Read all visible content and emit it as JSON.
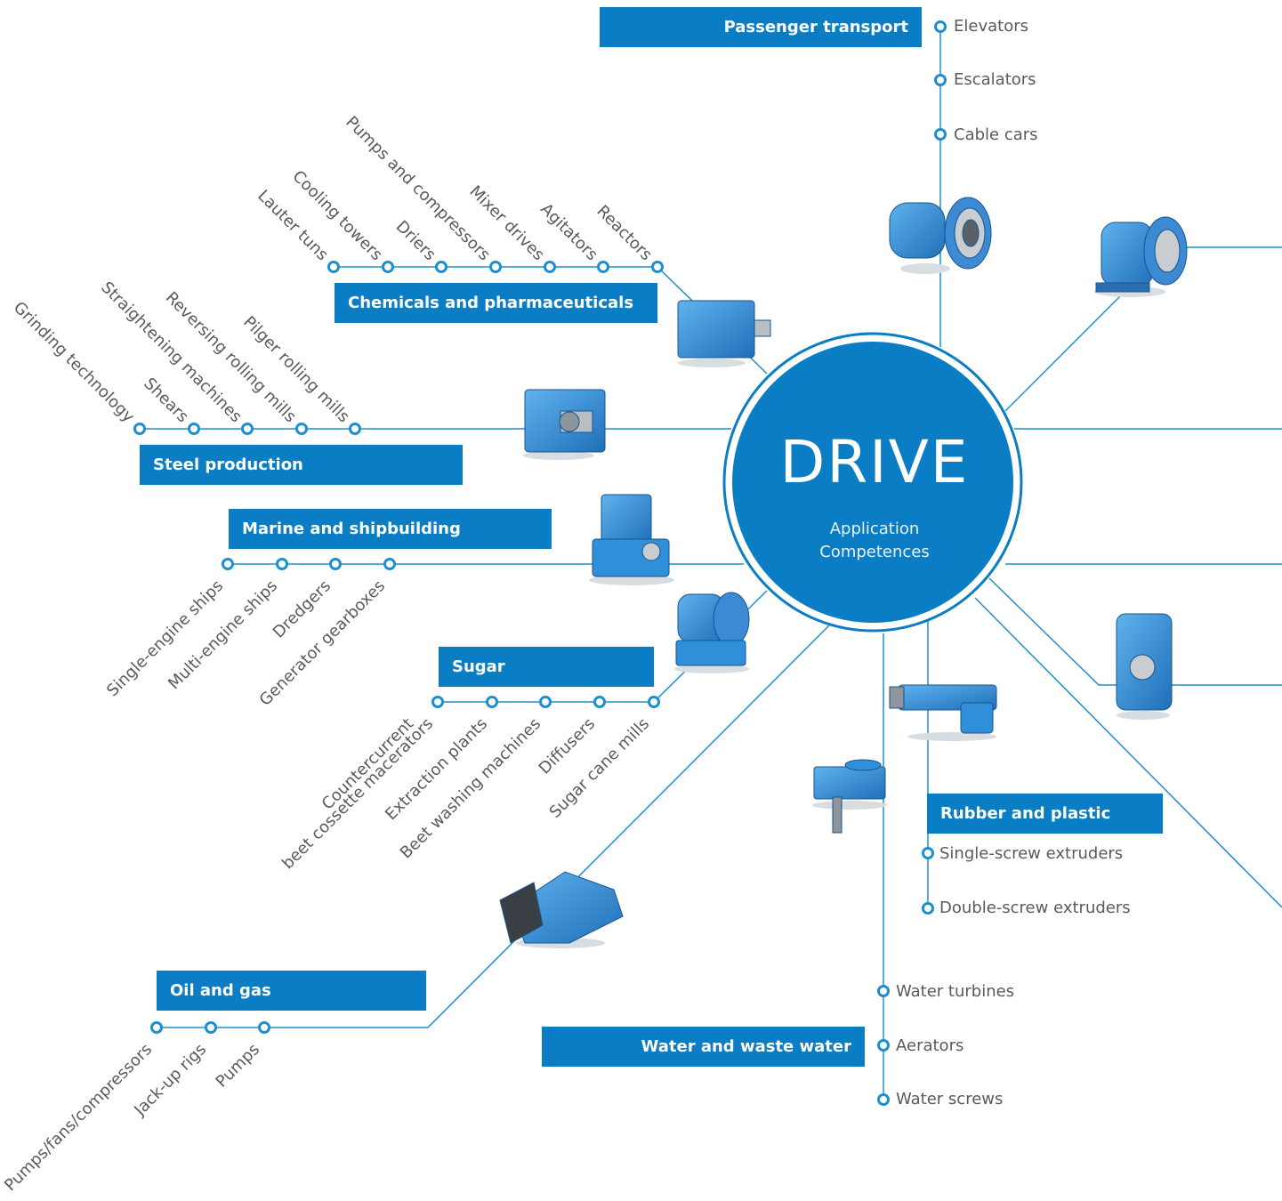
{
  "hub": {
    "title": "DRIVE",
    "subtitle_line1": "Application",
    "subtitle_line2": "Competences"
  },
  "colors": {
    "brand": "#0a7dc4",
    "line": "#1d8fd1",
    "text": "#5a5a5a",
    "product_blue": "#2f8fd8"
  },
  "categories": {
    "passenger_transport": {
      "label": "Passenger transport",
      "items": [
        "Elevators",
        "Escalators",
        "Cable cars"
      ]
    },
    "chemicals": {
      "label": "Chemicals and pharmaceuticals",
      "items": [
        "Lauter tuns",
        "Cooling towers",
        "Driers",
        "Pumps and compressors",
        "Mixer drives",
        "Agitators",
        "Reactors"
      ]
    },
    "steel": {
      "label": "Steel production",
      "items": [
        "Grinding technology",
        "Shears",
        "Straightening machines",
        "Reversing rolling mills",
        "Pilger rolling mills"
      ]
    },
    "marine": {
      "label": "Marine and shipbuilding",
      "items": [
        "Single-engine ships",
        "Multi-engine ships",
        "Dredgers",
        "Generator gearboxes"
      ]
    },
    "sugar": {
      "label": "Sugar",
      "items": [
        "Countercurrent",
        "beet cossette macerators",
        "Extraction plants",
        "Beet washing machines",
        "Diffusers",
        "Sugar cane mills"
      ]
    },
    "oil_gas": {
      "label": "Oil and gas",
      "items": [
        "Pumps/fans/compressors",
        "Jack-up rigs",
        "Pumps"
      ]
    },
    "rubber": {
      "label": "Rubber and plastic",
      "items": [
        "Single-screw extruders",
        "Double-screw extruders"
      ]
    },
    "water": {
      "label": "Water and waste water",
      "items": [
        "Water turbines",
        "Aerators",
        "Water screws"
      ]
    }
  }
}
